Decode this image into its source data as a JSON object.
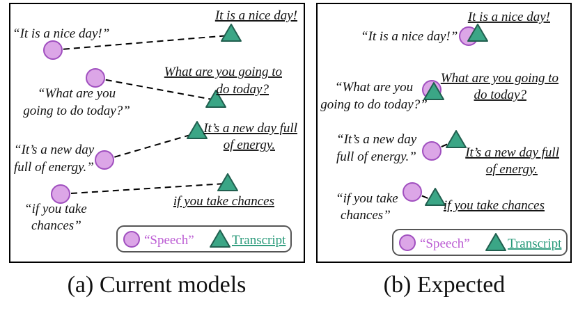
{
  "legend": {
    "speech_label": "“Speech”",
    "transcript_label": "Transcript"
  },
  "colors": {
    "speech_fill": "#dca6e7",
    "speech_stroke": "#a04fbf",
    "transcript_fill": "#3ba686",
    "transcript_stroke": "#215f4f",
    "speech_legend_text": "#bb5bd3",
    "transcript_legend_text": "#2a9a7a"
  },
  "panels": [
    {
      "caption": "(a) Current models",
      "pairs": [
        {
          "speech": [
            "“It is a nice day!”"
          ],
          "transcript": [
            "It is a nice day!"
          ]
        },
        {
          "speech": [
            "“What are you",
            "going to do today?”"
          ],
          "transcript": [
            "What are you going to",
            "do today?"
          ]
        },
        {
          "speech": [
            "“It’s a new day",
            "full of energy.”"
          ],
          "transcript": [
            "It’s a new day full",
            "of energy."
          ]
        },
        {
          "speech": [
            "“if you take",
            "chances”"
          ],
          "transcript": [
            "if you take chances"
          ]
        }
      ]
    },
    {
      "caption": "(b) Expected",
      "pairs": [
        {
          "speech": [
            "“It is a nice day!”"
          ],
          "transcript": [
            "It is a nice day!"
          ]
        },
        {
          "speech": [
            "“What are you",
            "going to do today?”"
          ],
          "transcript": [
            "What are you going to",
            "do today?"
          ]
        },
        {
          "speech": [
            "“It’s a new day",
            "full of energy.”"
          ],
          "transcript": [
            "It’s a new day full",
            "of energy."
          ]
        },
        {
          "speech": [
            "“if you take",
            "chances”"
          ],
          "transcript": [
            "if you take chances"
          ]
        }
      ]
    }
  ]
}
